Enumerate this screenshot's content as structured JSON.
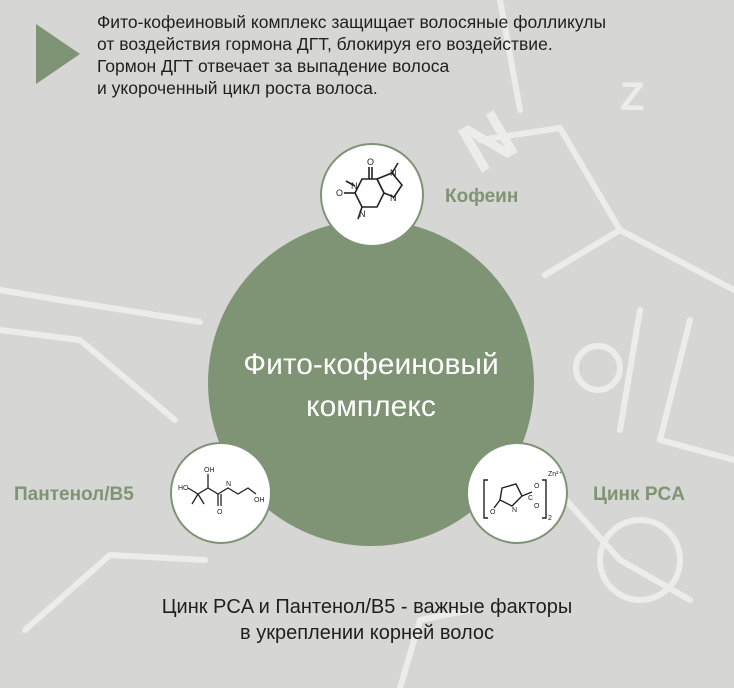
{
  "intro": {
    "lines": [
      "Фито-кофеиновый комплекс защищает волосяные фолликулы",
      "от воздействия гормона ДГТ, блокируя его воздействие.",
      "Гормон ДГТ отвечает за выпадение волоса",
      "и укороченный цикл роста волоса."
    ]
  },
  "center": {
    "title_lines": [
      "Фито-кофеиновый",
      "комплекс"
    ]
  },
  "components": {
    "caffeine": {
      "label": "Кофеин",
      "structure_labels": {
        "o_top": "O",
        "o_left": "O",
        "n1": "N",
        "n3": "N",
        "n7": "N",
        "n9": "N"
      }
    },
    "panthenol": {
      "label": "Пантенол/B5",
      "structure_labels": {
        "ho": "HO",
        "oh": "OH",
        "nh": "N",
        "o": "O",
        "oh_end": "OH"
      }
    },
    "zinc_pca": {
      "label": "Цинк PCA",
      "structure_labels": {
        "zn": "Zn²⁺",
        "sub": "2",
        "n": "N",
        "c": "C",
        "o1": "O",
        "o2": "O",
        "o3": "O"
      }
    }
  },
  "footer": {
    "lines": [
      "Цинк PCA и Пантенол/B5 - важные факторы",
      "в укреплении  корней волос"
    ]
  },
  "colors": {
    "accent": "#7e9474",
    "background": "#d6d6d4",
    "text": "#1f1f1f"
  }
}
